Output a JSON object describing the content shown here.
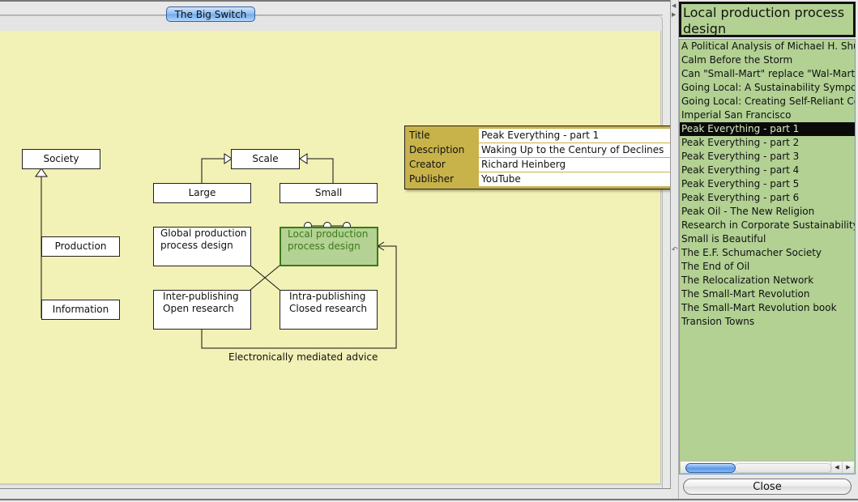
{
  "tab": {
    "label": "The Big Switch"
  },
  "diagram": {
    "nodes": {
      "society": "Society",
      "production": "Production",
      "information": "Information",
      "scale": "Scale",
      "large": "Large",
      "small": "Small",
      "global_line1": "Global production",
      "global_line2": "process design",
      "local_line1": "Local production",
      "local_line2": "process design",
      "inter_line1": "Inter-publishing",
      "inter_line2": "Open research",
      "intra_line1": "Intra-publishing",
      "intra_line2": "Closed research"
    },
    "edge_label": "Electronically mediated advice",
    "colors": {
      "canvas": "#f2f1b6",
      "selected_fill": "#b4d294",
      "selected_border": "#3c7a18"
    }
  },
  "tooltip": {
    "rows": [
      {
        "key": "Title",
        "value": "Peak Everything - part 1"
      },
      {
        "key": "Description",
        "value": "Waking Up to the Century of Declines"
      },
      {
        "key": "Creator",
        "value": "Richard Heinberg"
      },
      {
        "key": "Publisher",
        "value": "YouTube"
      }
    ]
  },
  "side_panel": {
    "title": "Local production process design",
    "items": [
      "A Political Analysis of Michael H. Shuman",
      "Calm Before the Storm",
      "Can \"Small-Mart\" replace \"Wal-Mart\"?",
      "Going Local: A Sustainability Symposium",
      "Going Local: Creating Self-Reliant Communities",
      "Imperial San Francisco",
      "Peak Everything - part 1",
      "Peak Everything - part 2",
      "Peak Everything - part 3",
      "Peak Everything - part 4",
      "Peak Everything - part 5",
      "Peak Everything - part 6",
      "Peak Oil - The New Religion",
      "Research in Corporate Sustainability:",
      "Small is Beautiful",
      "The E.F. Schumacher Society",
      "The End of Oil",
      "The Relocalization Network",
      "The Small-Mart Revolution",
      "The Small-Mart Revolution book",
      "Transion Towns"
    ],
    "selected_index": 6,
    "close_label": "Close"
  }
}
